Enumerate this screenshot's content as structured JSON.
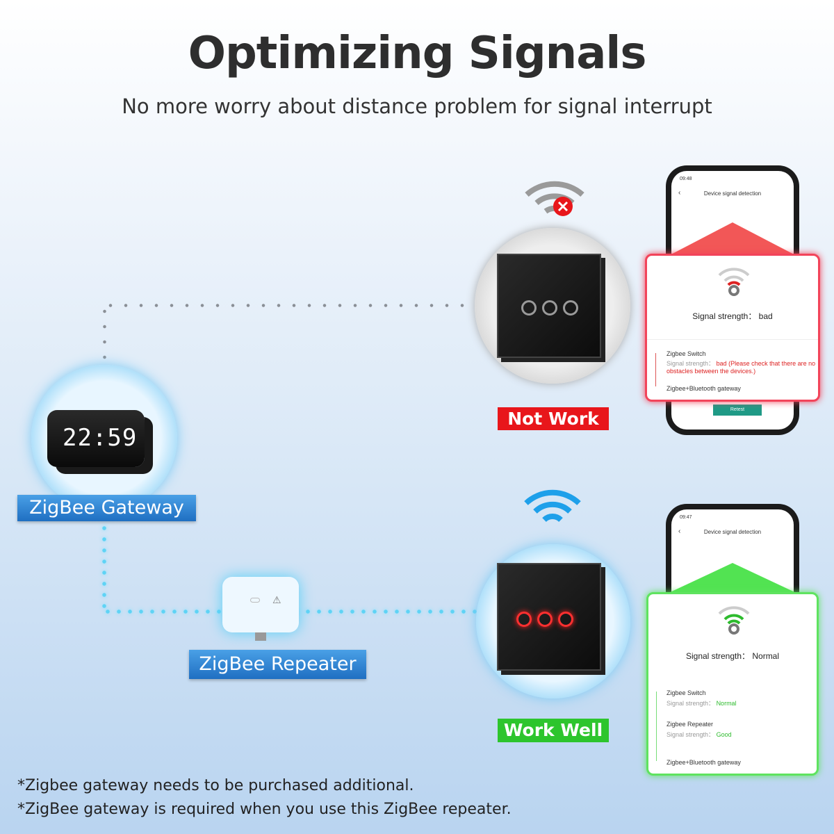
{
  "header": {
    "title": "Optimizing Signals",
    "subtitle": "No more worry about distance problem for signal interrupt"
  },
  "gateway": {
    "label": "ZigBee Gateway",
    "clock_display": "22:59"
  },
  "repeater": {
    "label": "ZigBee Repeater"
  },
  "bad_case": {
    "status_label": "Not Work",
    "status_color": "#e8161b",
    "phone": {
      "time": "09:48",
      "screen_title": "Device signal detection",
      "back_icon": "chevron-left-icon",
      "button": "Retest"
    },
    "card": {
      "strength_text": "Signal strength： bad",
      "items": [
        {
          "name": "Zigbee Switch",
          "strength_label": "Signal strength：",
          "strength_value": "bad",
          "note": "(Please check that there are no obstacles between the devices.)"
        },
        {
          "name": "Zigbee+Bluetooth gateway"
        }
      ]
    }
  },
  "good_case": {
    "status_label": "Work Well",
    "status_color": "#2dc52d",
    "phone": {
      "time": "09:47",
      "screen_title": "Device signal detection",
      "back_icon": "chevron-left-icon"
    },
    "card": {
      "strength_text": "Signal strength： Normal",
      "items": [
        {
          "name": "Zigbee Switch",
          "strength_label": "Signal strength：",
          "strength_value": "Normal"
        },
        {
          "name": "Zigbee Repeater",
          "strength_label": "Signal strength：",
          "strength_value": "Good"
        },
        {
          "name": "Zigbee+Bluetooth gateway"
        }
      ]
    }
  },
  "footnotes": [
    "*Zigbee gateway needs to be purchased additional.",
    "*ZigBee gateway is required when you use this ZigBee repeater."
  ]
}
